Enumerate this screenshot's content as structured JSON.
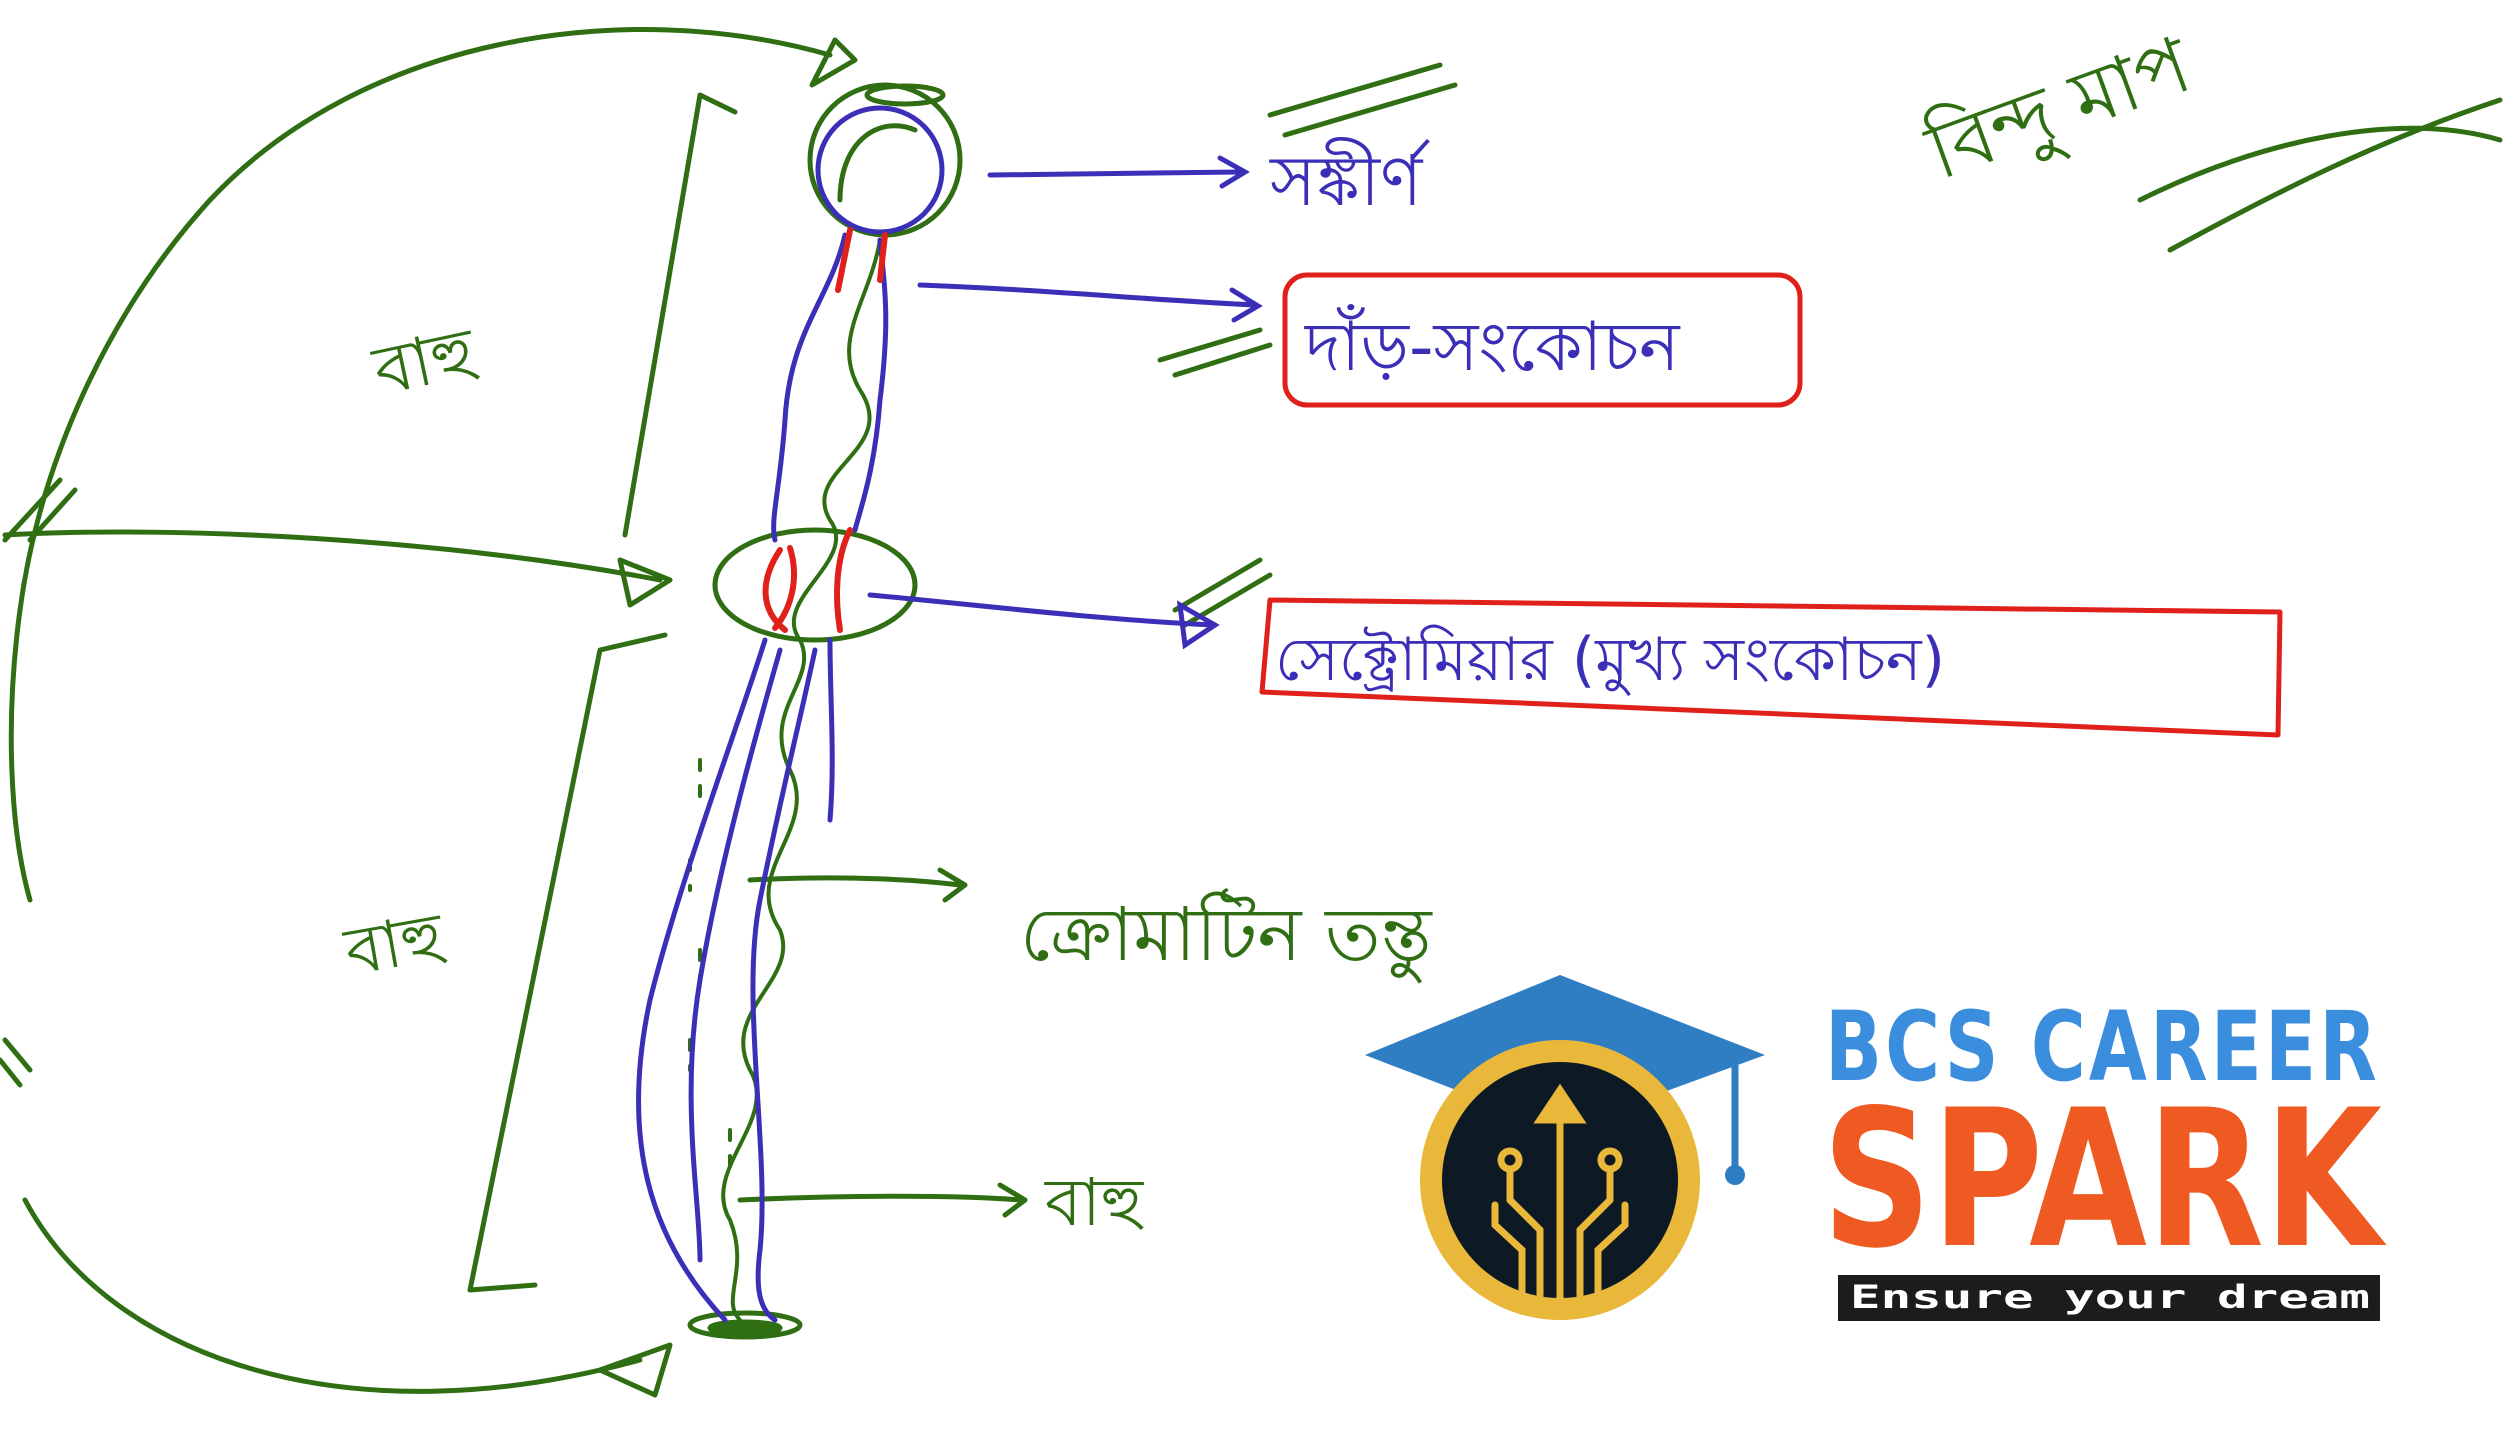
{
  "labels": {
    "top_right": "বিন্দু মাপ",
    "label_1": "সঙ্কীর্ণ",
    "label_2": "দাঁড়-সংকোচন",
    "label_3": "সেক্ট্রোমিয়ার (মুখ্য সংকোচন)",
    "label_4": "ক্রোমাটিন তন্তু",
    "label_5": "বাহু",
    "left_top_arm": "বাহু",
    "left_bottom_arm": "বাহু"
  },
  "logo": {
    "line1": "BCS CAREER",
    "line2": "SPARK",
    "tagline": "Ensure your dream"
  },
  "colors": {
    "green": "#2f6e12",
    "blue": "#3b2fb8",
    "red": "#e0201a",
    "logo_blue": "#3b8ede",
    "logo_orange": "#ef5a22",
    "cap_blue": "#2f7dc2",
    "badge_dark": "#0d1a24",
    "badge_gold": "#e9b73a"
  }
}
